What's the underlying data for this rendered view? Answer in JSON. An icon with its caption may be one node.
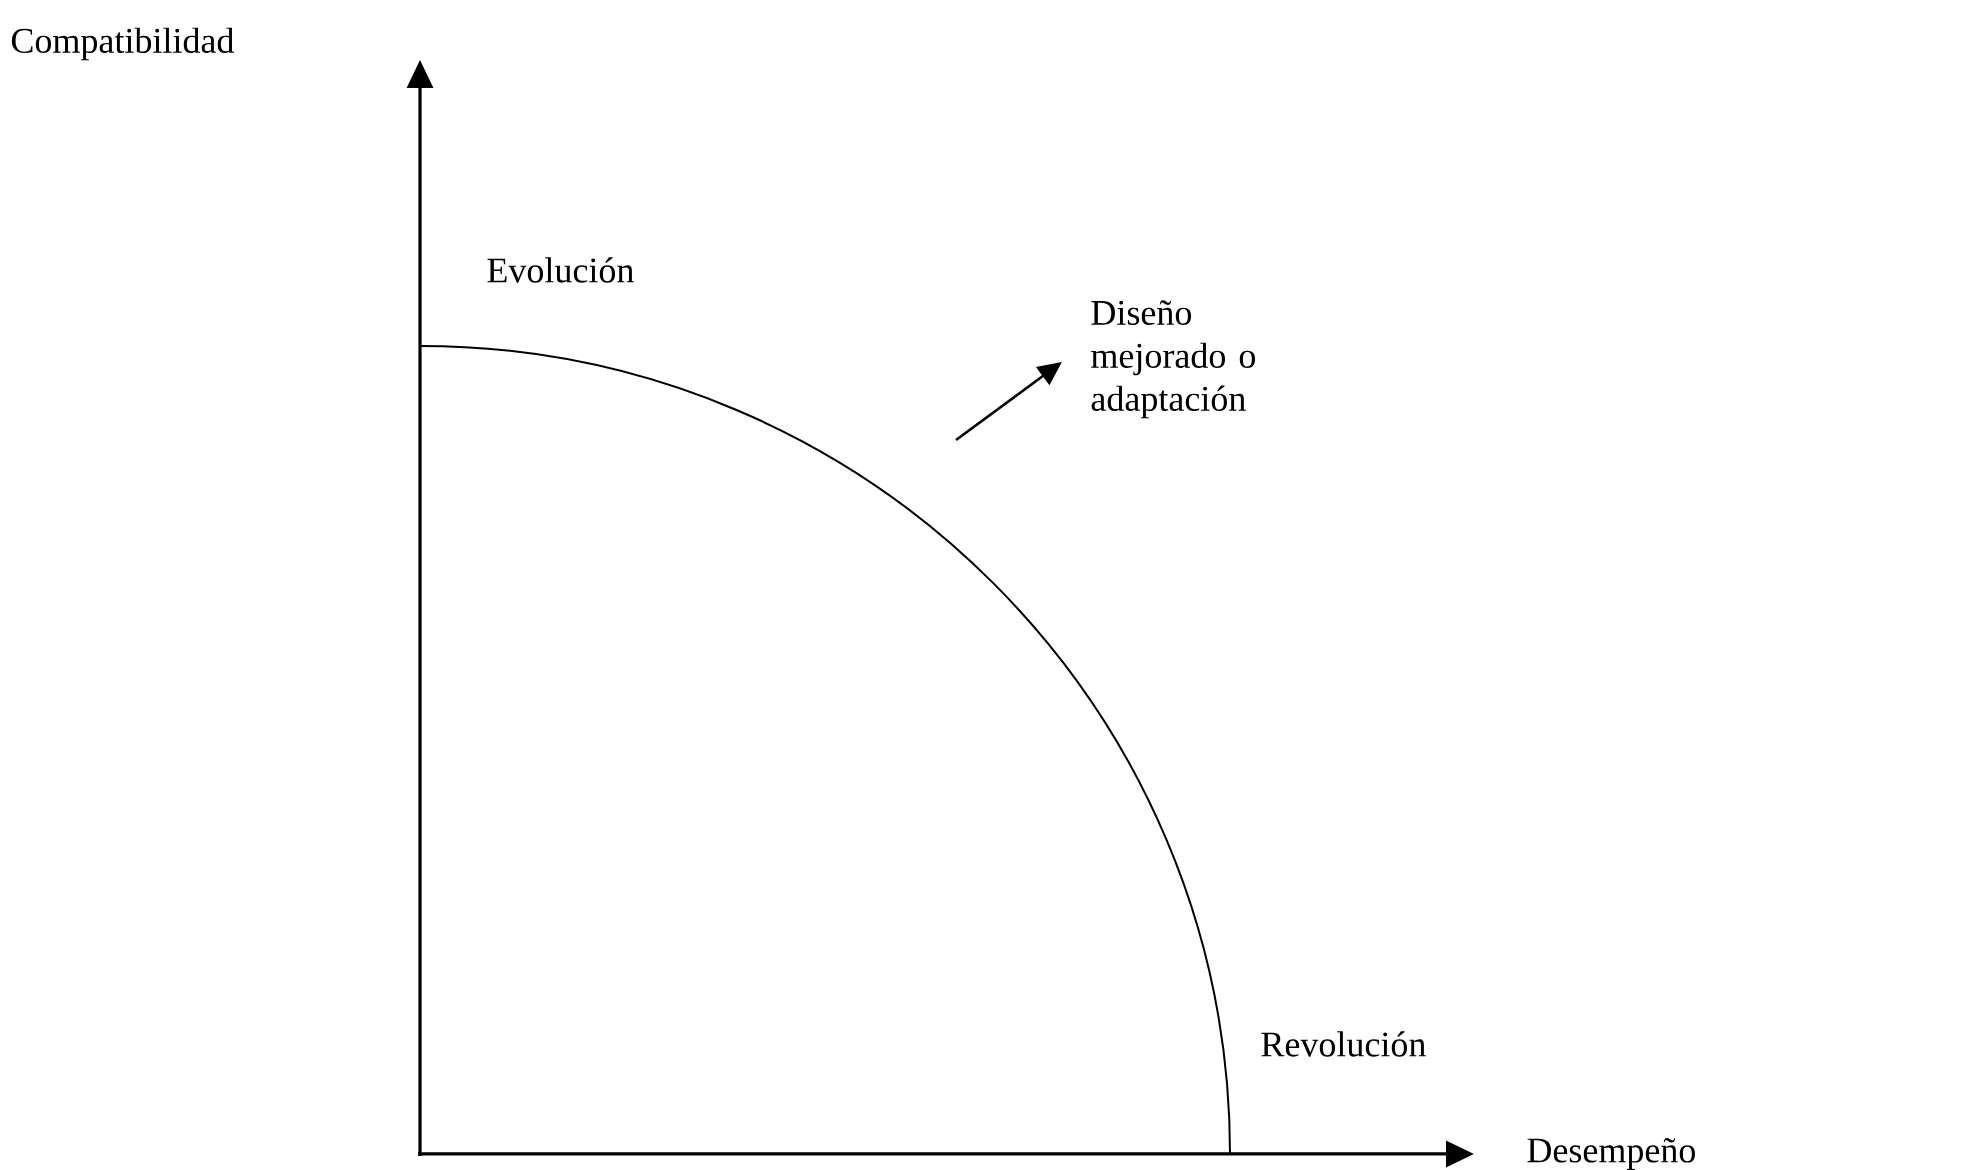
{
  "diagram": {
    "labels": [
      "Compatibilidad",
      "Evolución",
      "Diseño mejorado o adaptación",
      "Revolución",
      "Desempeño"
    ]
  }
}
